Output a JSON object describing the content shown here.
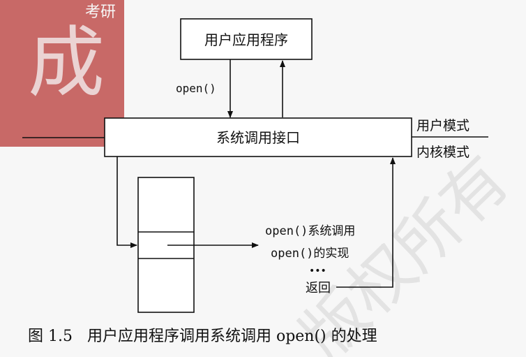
{
  "watermark": {
    "logo_text": "考研",
    "brand_char": "成",
    "diagonal_text": "版权所有",
    "colors": {
      "logo_red": "#c0504d",
      "diagonal_gray": "#e3e3e3"
    }
  },
  "boxes": {
    "user_app": "用户应用程序",
    "syscall_interface": "系统调用接口"
  },
  "labels": {
    "open_call": "open()",
    "user_mode": "用户模式",
    "kernel_mode": "内核模式",
    "open_syscall": "open()系统调用",
    "open_impl": "open()的实现",
    "ellipsis": "•••",
    "return": "返回"
  },
  "caption": "图 1.5   用户应用程序调用系统调用 open() 的处理",
  "colors": {
    "line": "#111111",
    "box_fill": "#ffffff"
  }
}
